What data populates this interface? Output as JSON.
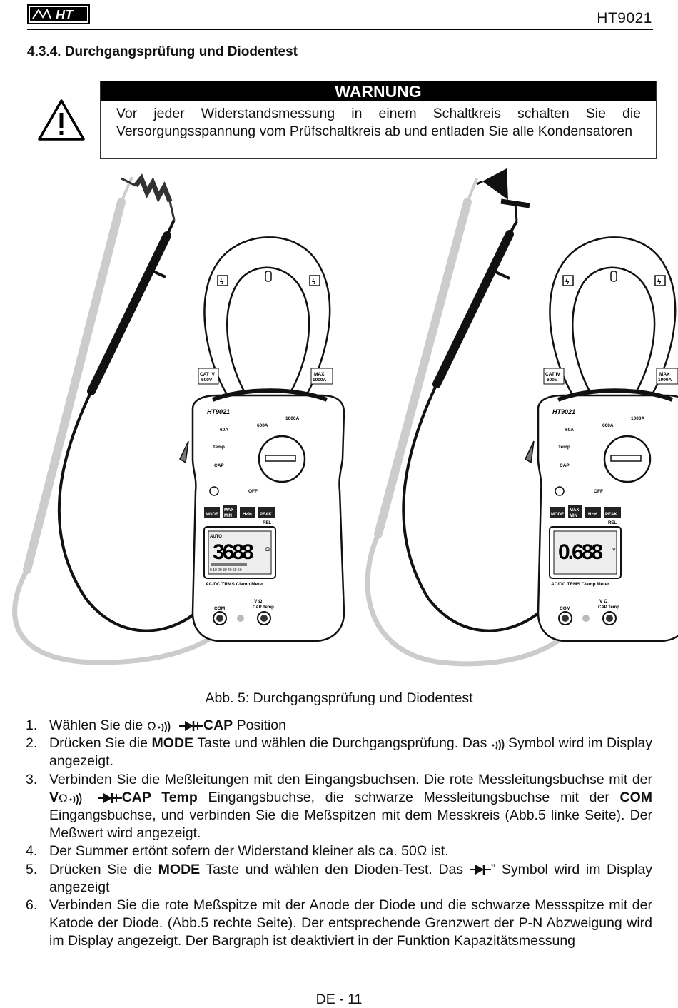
{
  "header": {
    "logo_text": "HT",
    "doc_id": "HT9021"
  },
  "section": {
    "title": "4.3.4.  Durchgangsprüfung und Diodentest"
  },
  "warning": {
    "heading": "WARNUNG",
    "text": "Vor jeder Widerstandsmessung in einem Schaltkreis schalten Sie die Versorgungsspannung vom Prüfschaltkreis ab und entladen Sie alle Kondensatoren"
  },
  "figure": {
    "left_meter": {
      "reading": "3688",
      "auto_label": "AUTO",
      "unit": "Ω",
      "bargraph_ticks": [
        "0",
        "10",
        "20",
        "30",
        "40",
        "50",
        "60"
      ]
    },
    "right_meter": {
      "reading": "0.688",
      "unit": "V"
    },
    "meter_labels": {
      "cat_left": "CAT IV 600V",
      "cat_right": "MAX 1000A",
      "brand": "HT9021",
      "range_1000": "1000A",
      "range_600": "600A",
      "range_60": "60A",
      "temp": "Temp",
      "cap": "CAP",
      "off": "OFF",
      "btn_mode": "MODE",
      "btn_maxmin": "MAX MIN",
      "btn_hz": "Hz%",
      "btn_peak": "PEAK",
      "rel": "REL",
      "model_line": "AC/DC TRMS Clamp Meter",
      "com": "COM",
      "v_jack": "V Ω",
      "cap_temp": "CAP Temp"
    },
    "caption": "Abb. 5: Durchgangsprüfung und Diodentest"
  },
  "steps": [
    {
      "num": "1.",
      "parts": [
        "Wählen Sie die ",
        "CAP",
        " Position"
      ]
    },
    {
      "num": "2.",
      "parts": [
        "Drücken Sie die ",
        "MODE",
        " Taste und wählen die Durchgangsprüfung. Das ",
        "Symbol wird im Display angezeigt."
      ]
    },
    {
      "num": "3.",
      "parts": [
        "Verbinden Sie die Meßleitungen mit den Eingangsbuchsen. Die rote Messleitungsbuchse mit der ",
        "V",
        "CAP Temp",
        " Eingangsbuchse, die schwarze Messleitungsbuchse mit der ",
        "COM",
        " Eingangsbuchse, und verbinden Sie die Meßspitzen mit dem Messkreis (Abb.5 linke Seite). Der Meßwert wird angezeigt."
      ]
    },
    {
      "num": "4.",
      "parts": [
        "Der Summer ertönt sofern der Widerstand kleiner als ca. 50Ω ist."
      ]
    },
    {
      "num": "5.",
      "parts": [
        "Drücken Sie die ",
        "MODE",
        " Taste und wählen den Dioden-Test. Das ",
        "” Symbol wird im Display angezeigt"
      ]
    },
    {
      "num": "6.",
      "parts": [
        "Verbinden Sie die rote Meßspitze mit der Anode der Diode und die schwarze  Messspitze mit der Katode der Diode. (Abb.5 rechte Seite). Der entsprechende Grenzwert der P-N Abzweigung wird im Display angezeigt. Der Bargraph ist deaktiviert in der Funktion Kapazitätsmessung"
      ]
    }
  ],
  "footer": {
    "page": "DE - 11"
  }
}
